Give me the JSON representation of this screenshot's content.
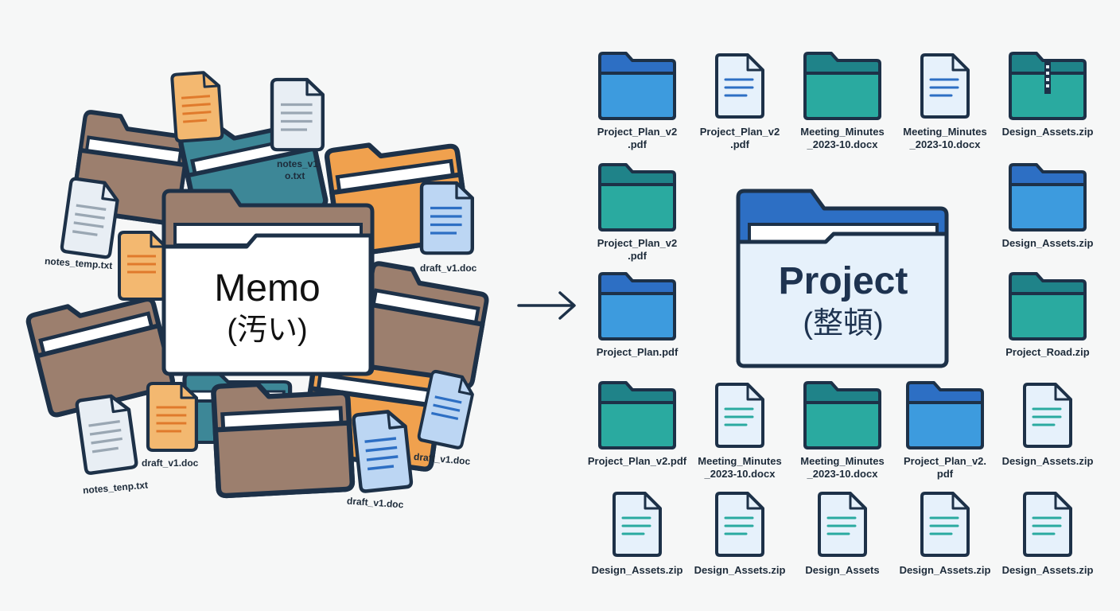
{
  "messy": {
    "title": "Memo",
    "subtitle": "(汚い)",
    "labels": {
      "notes_v1": [
        "notes_v1",
        "o.txt"
      ],
      "notes_temp": "notes_temp.txt",
      "draft_top": "draft_v1.doc",
      "draft_bottom_left": "draft_v1.doc",
      "draft_bottom_right": "draft_v1.doc",
      "draft_bottom_center": "draft_v1.doc",
      "notes_tenp": "notes_tenp.txt"
    }
  },
  "arrow": "→",
  "organized": {
    "title": "Project",
    "subtitle": "(整頓)",
    "items": [
      {
        "icon": "folder-blue-icon",
        "label": [
          "Project_Plan_v2",
          ".pdf"
        ]
      },
      {
        "icon": "document-blue-icon",
        "label": [
          "Project_Plan_v2",
          ".pdf"
        ]
      },
      {
        "icon": "folder-teal-icon",
        "label": [
          "Meeting_Minutes",
          "_2023-10.docx"
        ]
      },
      {
        "icon": "document-blue-icon",
        "label": [
          "Meeting_Minutes",
          "_2023-10.docx"
        ]
      },
      {
        "icon": "zip-folder-icon",
        "label": [
          "Design_Assets.zip"
        ]
      },
      {
        "icon": "folder-teal-icon",
        "label": [
          "Project_Plan_v2",
          ".pdf"
        ]
      },
      {
        "icon": "folder-blue-icon",
        "label": [
          "Design_Assets.zip"
        ]
      },
      {
        "icon": "folder-blue-icon",
        "label": [
          "Project_Plan.pdf"
        ]
      },
      {
        "icon": "folder-teal-icon",
        "label": [
          "Project_Road.zip"
        ]
      },
      {
        "icon": "folder-teal-icon",
        "label": [
          "Project_Plan_v2.pdf"
        ]
      },
      {
        "icon": "document-teal-icon",
        "label": [
          "Meeting_Minutes",
          "_2023-10.docx"
        ]
      },
      {
        "icon": "folder-teal-icon",
        "label": [
          "Meeting_Minutes",
          "_2023-10.docx"
        ]
      },
      {
        "icon": "folder-blue-icon",
        "label": [
          "Project_Plan_v2.",
          "pdf"
        ]
      },
      {
        "icon": "document-teal-icon",
        "label": [
          "Design_Assets.zip"
        ]
      },
      {
        "icon": "document-teal-icon",
        "label": [
          "Design_Assets.zip"
        ]
      },
      {
        "icon": "document-teal-icon",
        "label": [
          "Design_Assets.zip"
        ]
      },
      {
        "icon": "document-teal-icon",
        "label": [
          "Design_Assets"
        ]
      },
      {
        "icon": "document-teal-icon",
        "label": [
          "Design_Assets.zip"
        ]
      },
      {
        "icon": "document-teal-icon",
        "label": [
          "Design_Assets.zip"
        ]
      }
    ]
  },
  "colors": {
    "outline": "#1d3148",
    "blue": "#3d9bde",
    "blue_dark": "#2d6fc4",
    "teal": "#2aaaa0",
    "teal_dark": "#1f8389",
    "brown": "#9c7f6e",
    "orange": "#f0a14e",
    "doc_paper": "#e6f1fb",
    "background": "#f6f7f7"
  }
}
